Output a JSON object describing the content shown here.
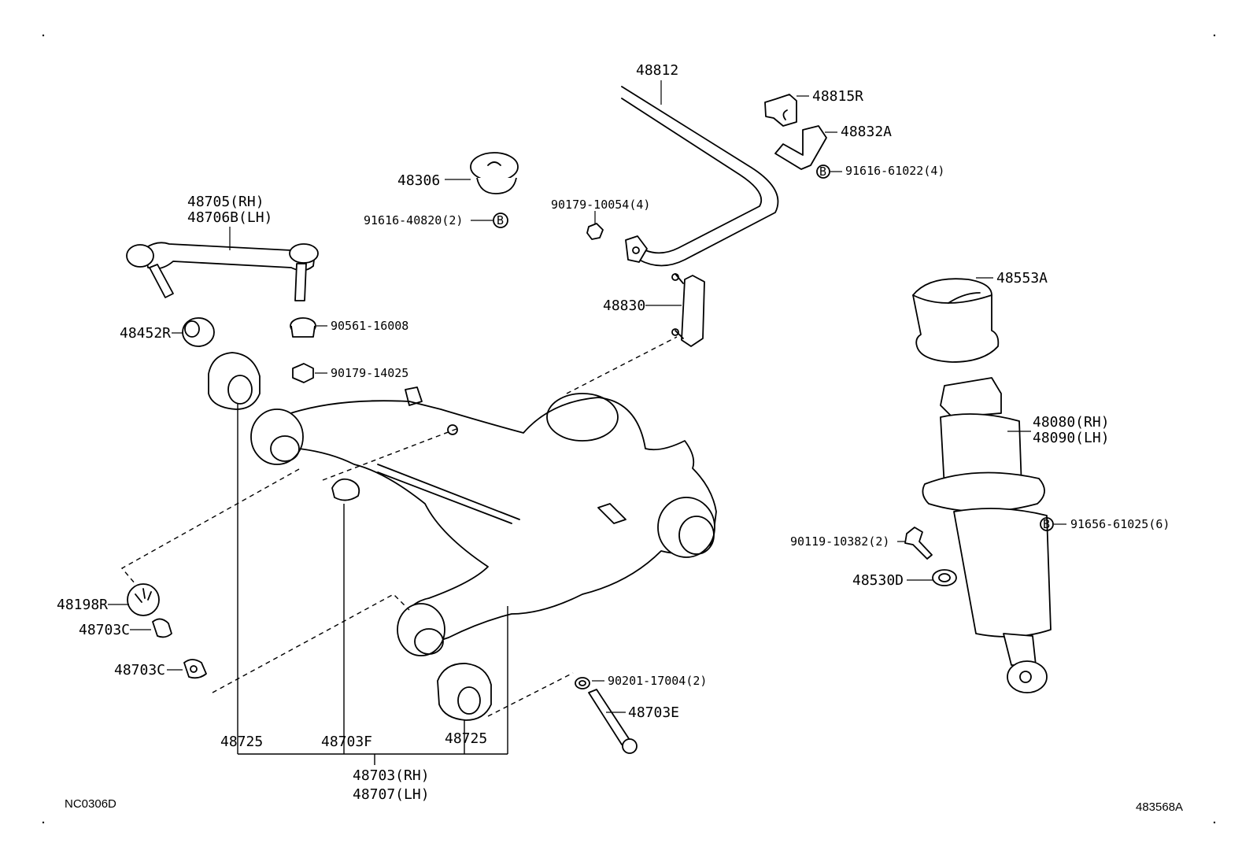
{
  "corner_codes": {
    "left": "NC0306D",
    "right": "483568A"
  },
  "labels": {
    "p48812": "48812",
    "p48815R": "48815R",
    "p48832A": "48832A",
    "p91616_61022": "91616-61022(4)",
    "p48306": "48306",
    "p91616_40820": "91616-40820(2)",
    "p90179_10054": "90179-10054(4)",
    "p48705": "48705(RH)",
    "p48706B": "48706B(LH)",
    "p48830": "48830",
    "p48553A": "48553A",
    "p48452R": "48452R",
    "p90561_16008": "90561-16008",
    "p90179_14025": "90179-14025",
    "p48080": "48080(RH)",
    "p48090": "48090(LH)",
    "p91656_61025": "91656-61025(6)",
    "p90119_10382": "90119-10382(2)",
    "p48530D": "48530D",
    "p48198R": "48198R",
    "p48703C_a": "48703C",
    "p48703C_b": "48703C",
    "p90201_17004": "90201-17004(2)",
    "p48703E": "48703E",
    "p48725_a": "48725",
    "p48703F": "48703F",
    "p48725_b": "48725",
    "p48703": "48703(RH)",
    "p48707": "48707(LH)"
  },
  "bolt_marker": "B"
}
